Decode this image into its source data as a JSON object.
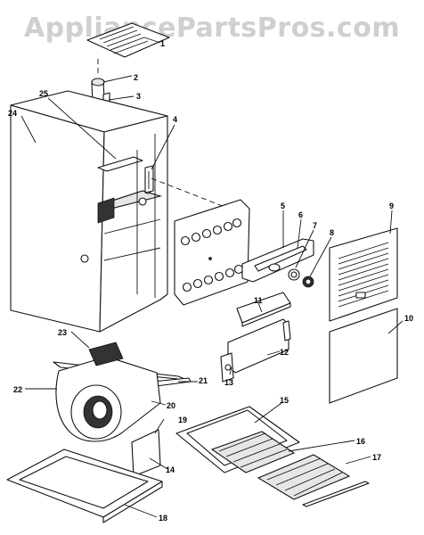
{
  "watermark": "AppliancePartsPros.com",
  "part_numbers": [
    "1",
    "2",
    "3",
    "4",
    "5",
    "6",
    "7",
    "8",
    "9",
    "10",
    "11",
    "12",
    "13",
    "14",
    "15",
    "16",
    "17",
    "18",
    "19",
    "20",
    "21",
    "22",
    "23",
    "24",
    "25"
  ]
}
